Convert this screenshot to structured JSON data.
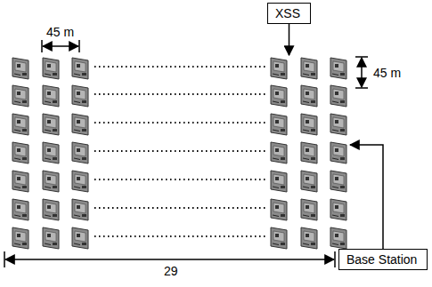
{
  "diagram": {
    "nodes": [
      {
        "text": [
          "XSS"
        ]
      },
      {
        "text": [
          "Base Station"
        ]
      }
    ],
    "labels": [
      "45 m",
      "45 m",
      "29"
    ]
  }
}
